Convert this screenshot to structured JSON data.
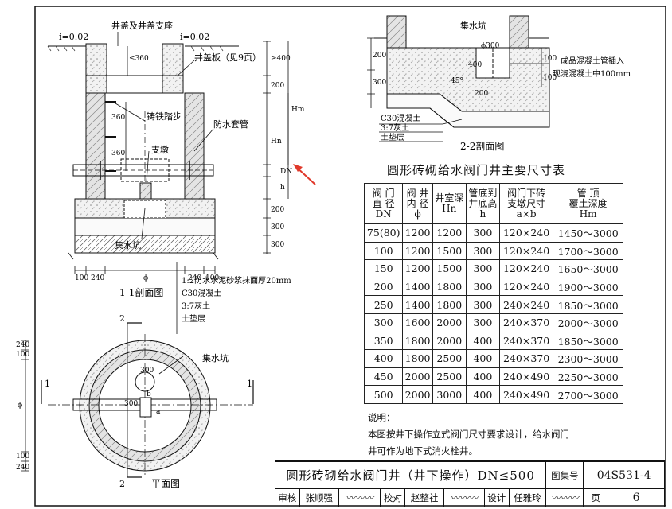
{
  "section_1_1": {
    "title": "1-1剖面图",
    "slope_left": "i=0.02",
    "slope_right": "i=0.02",
    "cover_seat": "井盖及井盖支座",
    "cover_plate": "井盖板（见9页）",
    "step": "铸铁踏步",
    "sleeve": "防水套管",
    "pier": "支墩",
    "sump": "集水坑",
    "layers": [
      "1:2防水水泥砂浆抹面厚20mm",
      "C30混凝土",
      "3:7灰土",
      "土垫层"
    ],
    "dims_left": [
      "≤360",
      "360",
      "360"
    ],
    "dims_right": [
      "≥400",
      "200",
      "Hm",
      "Hn",
      "DN",
      "h",
      "200",
      "300",
      "300"
    ],
    "dims_bottom": [
      "100",
      "240",
      "ϕ",
      "240",
      "100"
    ]
  },
  "section_2_2": {
    "title": "2-2剖面图",
    "sump": "集水坑",
    "pipe_note_1": "成品混凝土管插入",
    "pipe_note_2": "现浇混凝土中100mm",
    "layers": [
      "C30混凝土",
      "3:7灰土",
      "土垫层"
    ],
    "dims": [
      "200",
      "300",
      "ϕ300",
      "400",
      "100",
      "100",
      "45°",
      "200"
    ]
  },
  "plan": {
    "title": "平面图",
    "sump": "集水坑",
    "marker_2": "2",
    "marker_1": "1",
    "dims_left": [
      "240",
      "100",
      "ϕ",
      "100",
      "240"
    ],
    "dims_inner": [
      "300",
      "300",
      "a",
      "b"
    ]
  },
  "table": {
    "title": "圆形砖砌给水阀门井主要尺寸表",
    "headers": [
      "阀 门\n直 径\nDN",
      "阀 井\n内 径\nϕ",
      "井室深\nHn",
      "管底到\n井底高\nh",
      "阀门下砖\n支墩尺寸\na×b",
      "管  顶\n覆土深度\nHm"
    ],
    "rows": [
      [
        "75(80)",
        "1200",
        "1200",
        "300",
        "120×240",
        "1450～3000"
      ],
      [
        "100",
        "1200",
        "1500",
        "300",
        "120×240",
        "1700～3000"
      ],
      [
        "150",
        "1200",
        "1500",
        "300",
        "120×240",
        "1650～3000"
      ],
      [
        "200",
        "1400",
        "1800",
        "300",
        "120×240",
        "1900～3000"
      ],
      [
        "250",
        "1400",
        "1800",
        "300",
        "240×240",
        "1850～3000"
      ],
      [
        "300",
        "1600",
        "2000",
        "300",
        "240×370",
        "2000～3000"
      ],
      [
        "350",
        "1800",
        "2000",
        "400",
        "240×370",
        "1850～3000"
      ],
      [
        "400",
        "1800",
        "2500",
        "400",
        "240×370",
        "2300～3000"
      ],
      [
        "450",
        "2000",
        "2500",
        "400",
        "240×490",
        "2250～3000"
      ],
      [
        "500",
        "2000",
        "3000",
        "400",
        "240×490",
        "2700～3000"
      ]
    ]
  },
  "notes": {
    "heading": "说明：",
    "line1": "本图按井下操作立式阀门尺寸要求设计，给水阀门",
    "line2": "井可作为地下式消火栓井。"
  },
  "title_block": {
    "drawing_title": "圆形砖砌给水阀门井（井下操作）DN≤500",
    "set_label": "图集号",
    "set_no": "04S531-4",
    "review_label": "审核",
    "reviewer": "张顺强",
    "check_label": "校对",
    "checker": "赵整社",
    "design_label": "设计",
    "designer": "任雅玲",
    "page_label": "页",
    "page_no": "6"
  },
  "colors": {
    "ink": "#111111",
    "arrow": "#e0392b",
    "hatch": "#7a7a7a"
  }
}
